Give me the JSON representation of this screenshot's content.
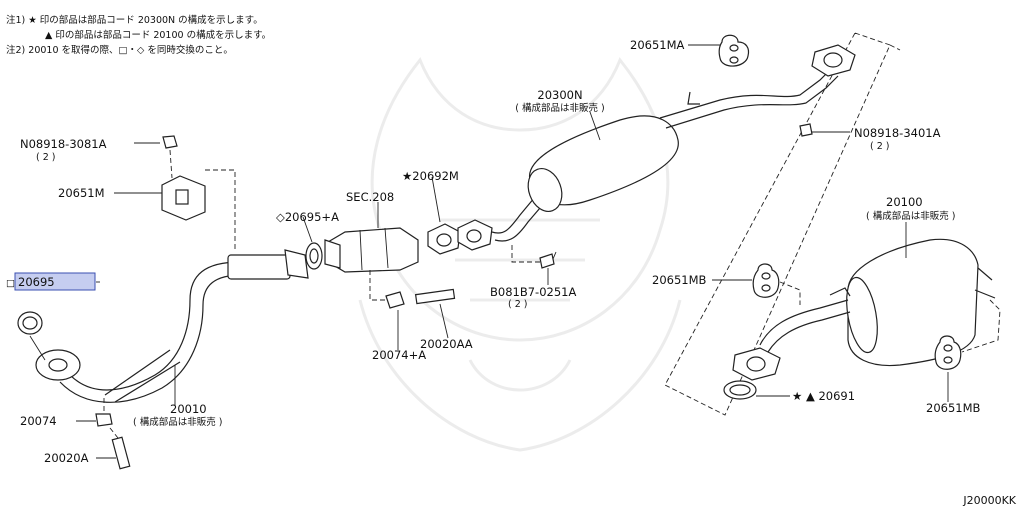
{
  "notes": {
    "line1": "注1) ★ 印の部品は部品コード 20300N の構成を示します。",
    "line2": "▲ 印の部品は部品コード 20100 の構成を示します。",
    "line3": "注2) 20010 を取得の際、□・◇ を同時交換のこと。"
  },
  "callouts": {
    "p20651MA": "20651MA",
    "p20300N": "20300N",
    "p20300N_note": "( 構成部品は非販売 )",
    "n08918_3401A": "N08918-3401A",
    "n08918_3401A_qty": "( 2 )",
    "n08918_3081A": "N08918-3081A",
    "n08918_3081A_qty": "( 2 )",
    "p20651M": "20651M",
    "sec208": "SEC.208",
    "p20692M": "★20692M",
    "p20695A": "◇20695+A",
    "p20100": "20100",
    "p20100_note": "( 構成部品は非販売 )",
    "p20651MB_left": "20651MB",
    "p20695": "20695",
    "p20695_mark": "□",
    "b081B7_0251A": "B081B7-0251A",
    "b081B7_0251A_qty": "( 2 )",
    "p20074A": "20074+A",
    "p20020AA": "20020AA",
    "p20010": "20010",
    "p20010_note": "( 構成部品は非販売 )",
    "p20074": "20074",
    "p20020A": "20020A",
    "p20691": "★ ▲ 20691",
    "p20651MB_right": "20651MB"
  },
  "diagram_code": "J20000KK",
  "colors": {
    "highlight_fill": "#c5cdf0",
    "highlight_stroke": "#3a4fb0",
    "line": "#222222",
    "watermark": "#ececec"
  }
}
